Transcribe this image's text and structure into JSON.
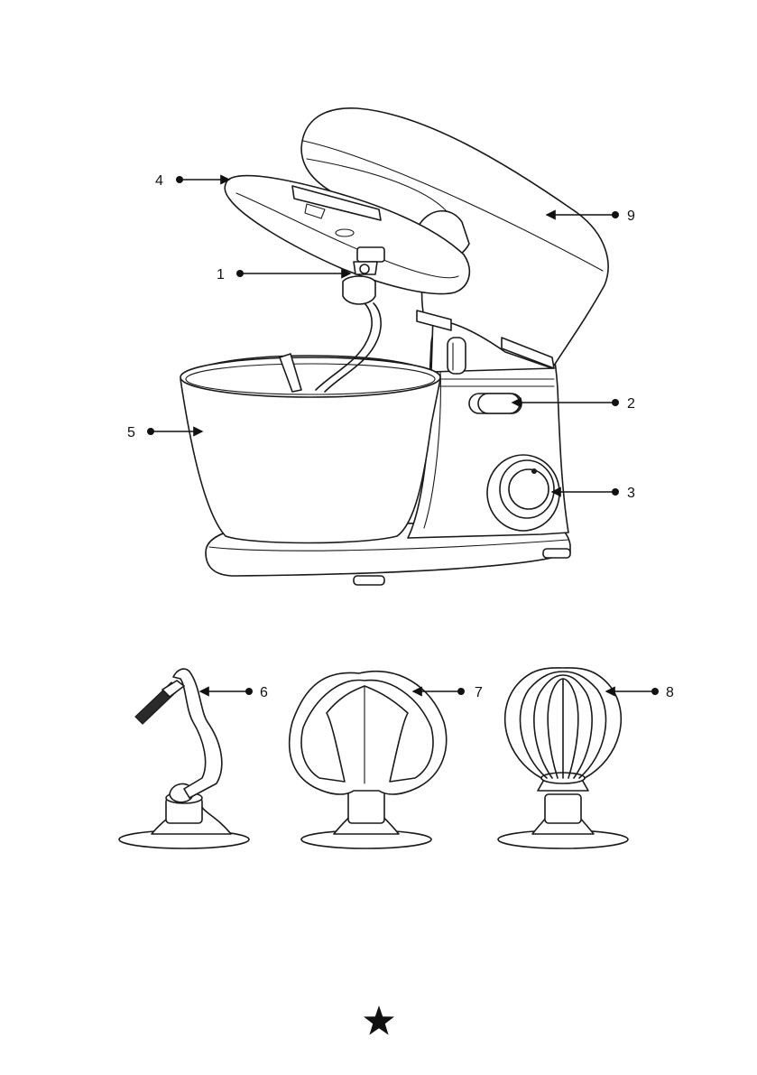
{
  "callouts": {
    "1": "1",
    "2": "2",
    "3": "3",
    "4": "4",
    "5": "5",
    "6": "6",
    "7": "7",
    "8": "8",
    "9": "9"
  },
  "footer": {
    "icon": "star-icon"
  }
}
